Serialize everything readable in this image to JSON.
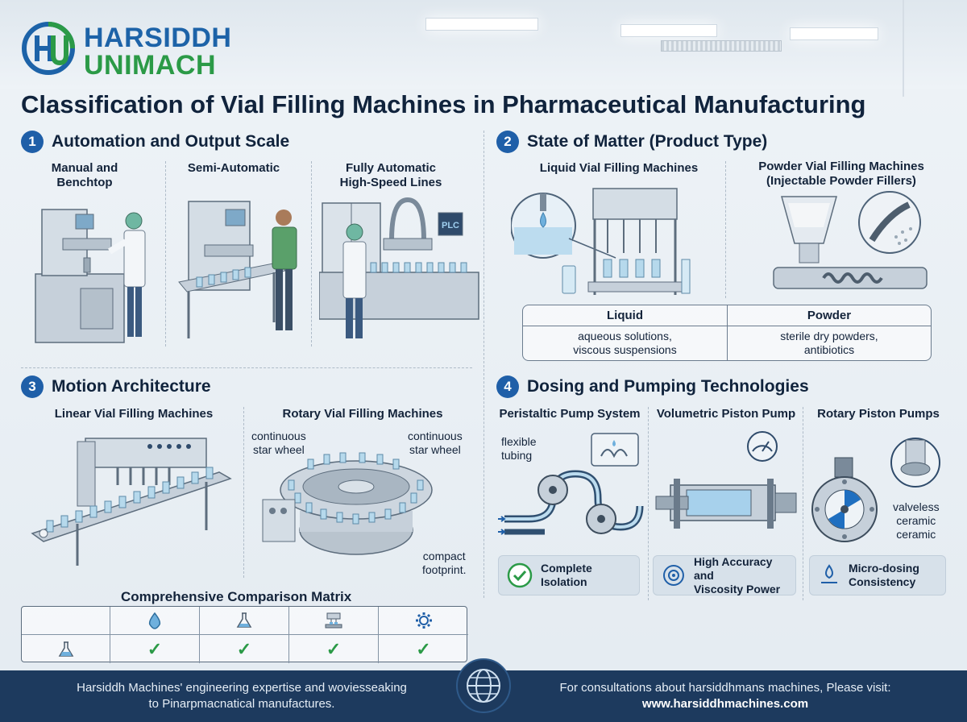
{
  "brand": {
    "line1": "HARSIDDH",
    "line2": "UNIMACH",
    "blue": "#1d63a8",
    "green": "#2b9a47"
  },
  "title": "Classification of Vial Filling Machines in Pharmaceutical Manufacturing",
  "sections": {
    "s1": {
      "num": "1",
      "heading": "Automation and Output Scale",
      "items": [
        "Manual and\nBenchtop",
        "Semi-Automatic",
        "Fully Automatic\nHigh-Speed Lines"
      ],
      "plc_label": "PLC"
    },
    "s2": {
      "num": "2",
      "heading": "State of Matter (Product Type)",
      "items": [
        "Liquid Vial Filling Machines",
        "Powder Vial Filling Machines\n(Injectable Powder Fillers)"
      ],
      "table": {
        "liquid_head": "Liquid",
        "liquid_body": "aqueous solutions,\nviscous suspensions",
        "powder_head": "Powder",
        "powder_body": "sterile dry powders,\nantibiotics"
      }
    },
    "s3": {
      "num": "3",
      "heading": "Motion Architecture",
      "items": [
        "Linear Vial Filling Machines",
        "Rotary Vial Filling Machines"
      ],
      "notes": {
        "left": "continuous\nstar wheel",
        "right": "continuous\nstar wheel",
        "footprint": "compact\nfootprint."
      }
    },
    "s4": {
      "num": "4",
      "heading": "Dosing and Pumping Technologies",
      "items": [
        "Peristaltic Pump System",
        "Volumetric Piston Pump",
        "Rotary Piston Pumps"
      ],
      "notes": {
        "tubing": "flexible\ntubing",
        "valveless": "valveless\nceramic\nceramic"
      },
      "features": [
        "Complete\nIsolation",
        "High Accuracy and\nViscosity Power",
        "Micro-dosing\nConsistency"
      ]
    }
  },
  "matrix": {
    "title": "Comprehensive Comparison Matrix",
    "header_icons": [
      "drop-icon",
      "flask-icon",
      "filler-icon",
      "gear-icon"
    ],
    "row_icon": "flask-icon",
    "row_checks": [
      "✓",
      "✓",
      "✓",
      "✓"
    ]
  },
  "footer": {
    "left": "Harsiddh Machines' engineering expertise and woviesseaking\nto Pinarpmacnatical manufactures.",
    "right_line": "For consultations about harsiddhmans machines, Please visit:",
    "url": "www.harsiddhmachines.com",
    "bg": "#1d3a5e"
  }
}
